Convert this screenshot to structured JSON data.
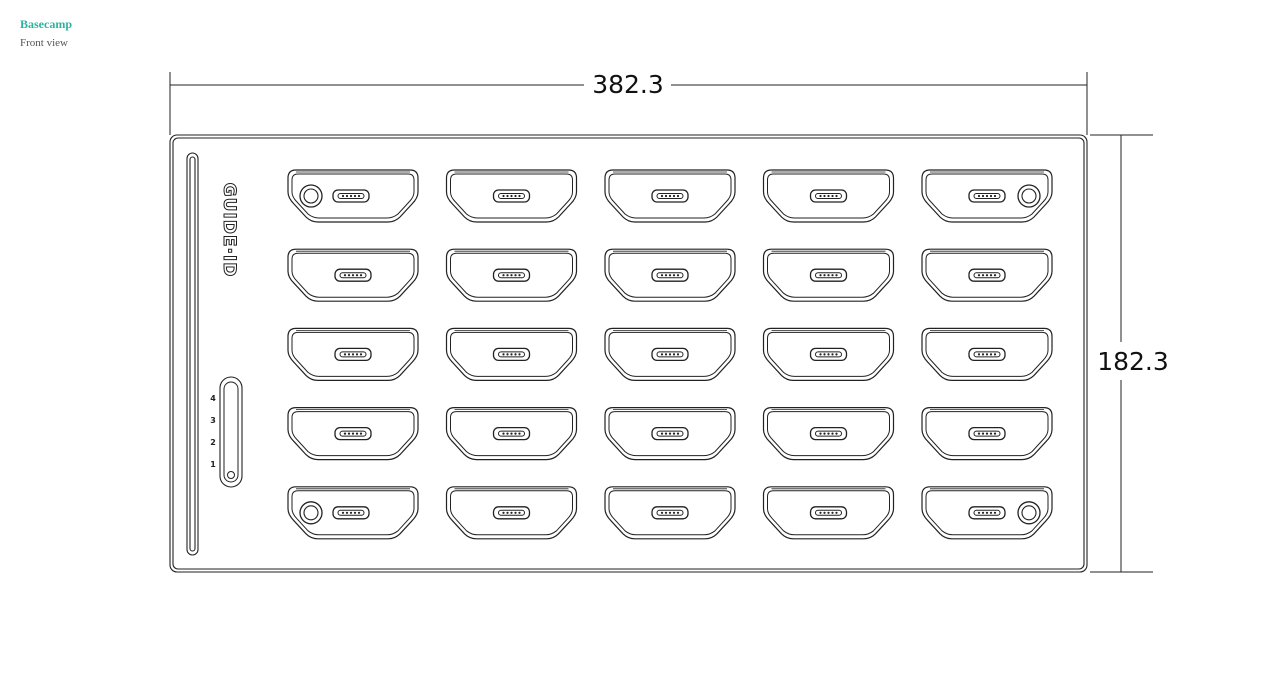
{
  "header": {
    "title": "Basecamp",
    "subtitle": "Front view"
  },
  "colors": {
    "accent": "#2bb3a0",
    "line": "#222222"
  },
  "dimensions": {
    "width_label": "382.3",
    "height_label": "182.3"
  },
  "device": {
    "brand": "GUIDE·ID",
    "rows": 5,
    "columns": 5,
    "slot_icon": "micro-usb-port-icon",
    "knob_icon": "round-button-icon",
    "knob_slots": [
      [
        0,
        0,
        "left"
      ],
      [
        0,
        4,
        "right"
      ],
      [
        4,
        0,
        "left"
      ],
      [
        4,
        4,
        "right"
      ]
    ],
    "led_labels": [
      "4",
      "3",
      "2",
      "1"
    ]
  }
}
